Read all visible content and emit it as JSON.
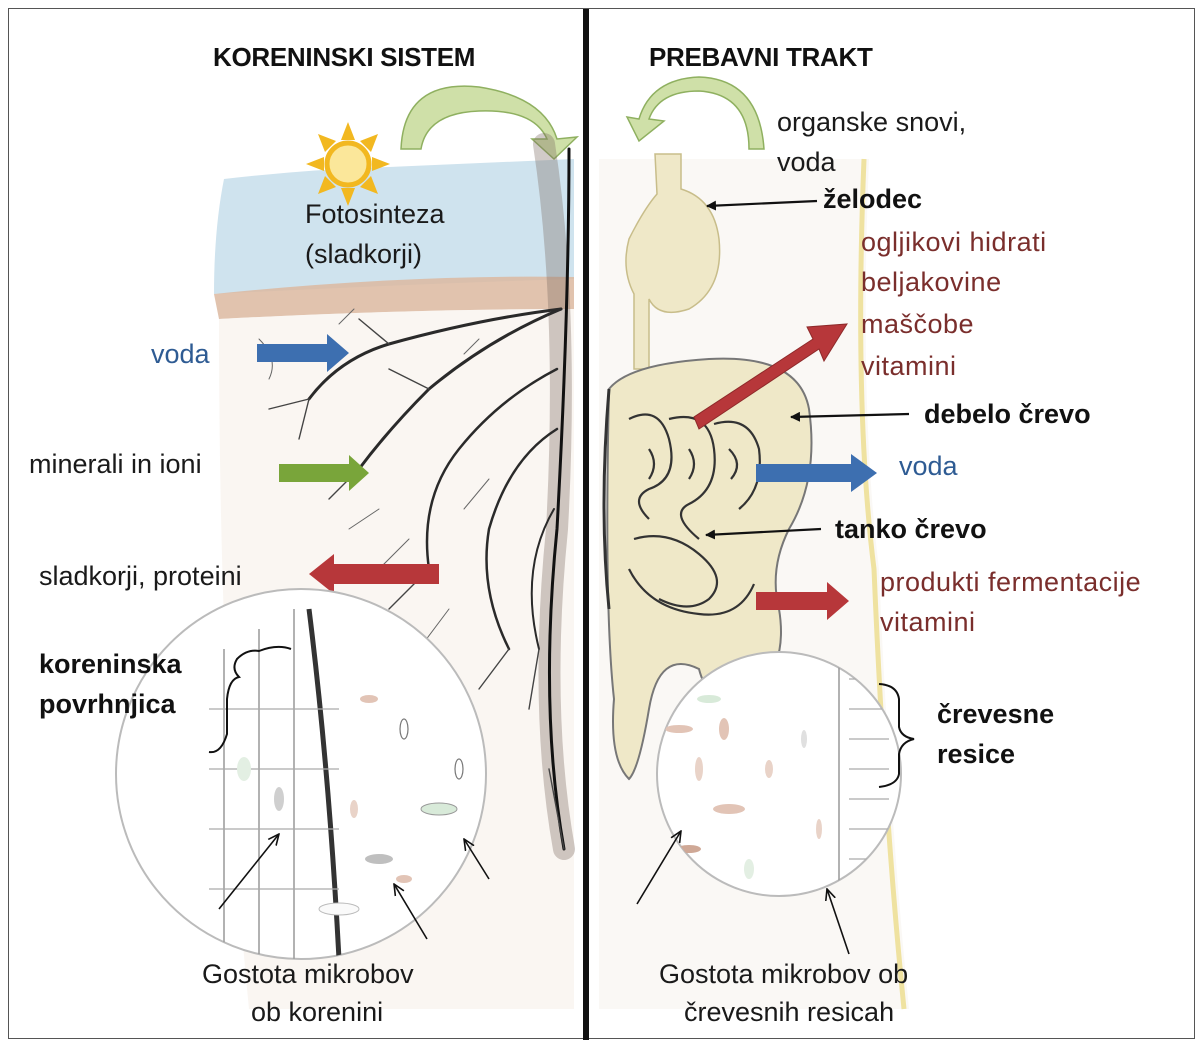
{
  "left": {
    "title": "KORENINSKI SISTEM",
    "photosynthesis": "Fotosinteza",
    "photosynthesis_sub": "(sladkorji)",
    "water": "voda",
    "minerals": "minerali in ioni",
    "sugars": "sladkorji, proteini",
    "root_surface_1": "koreninska",
    "root_surface_2": "povrhnjica",
    "microbes_1": "Gostota mikrobov",
    "microbes_2": "ob korenini"
  },
  "right": {
    "title": "PREBAVNI TRAKT",
    "organic_1": "organske snovi,",
    "organic_2": "voda",
    "stomach": "želodec",
    "nutrients": [
      "ogljikovi hidrati",
      "beljakovine",
      "maščobe",
      "vitamini"
    ],
    "large_intestine": "debelo črevo",
    "water": "voda",
    "small_intestine": "tanko črevo",
    "fermentation_1": "produkti fermentacije",
    "fermentation_2": "vitamini",
    "villi_1": "črevesne",
    "villi_2": "resice",
    "microbes_1": "Gostota mikrobov ob",
    "microbes_2": "črevesnih resicah"
  },
  "colors": {
    "blue_arrow": "#3d6fb0",
    "green_arrow": "#79a53a",
    "red_arrow": "#b7373a",
    "sun": "#f2b820",
    "sky": "#cfe3ee",
    "soil": "#dcb8a0",
    "gut": "#efe8c8",
    "divider": "#111111"
  },
  "icons": [
    "sun-icon",
    "curved-arrow-icon",
    "root-system-icon",
    "digestive-tract-icon",
    "microscope-circle-icon"
  ]
}
